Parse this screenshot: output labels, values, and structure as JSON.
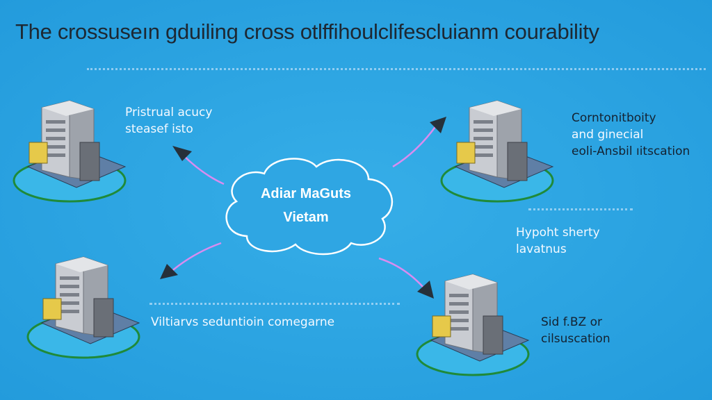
{
  "title": "The crossuseın gduiling cross otlffihoulclifescluianm courability",
  "center_cloud": {
    "line1": "Adiar MaGuts",
    "line2": "Vietam"
  },
  "labels": {
    "top_left": [
      "Pristrual acucy",
      "steasef isto"
    ],
    "top_right": [
      "Corntonitboity",
      "and ginecial",
      "eoli-Ansbil ıitscation"
    ],
    "middle_right": [
      "Hypoht sherty",
      "lavatnus"
    ],
    "bottom_left": [
      "Viltiarvs seduntioin comegarne"
    ],
    "bottom_right": [
      "Sid f.BZ or",
      "cilsuscation"
    ]
  },
  "colors": {
    "background": "#29a3e2",
    "arrow_line": "#d98cf0",
    "arrow_head": "#26303a",
    "cable": "#1f8a3a"
  }
}
